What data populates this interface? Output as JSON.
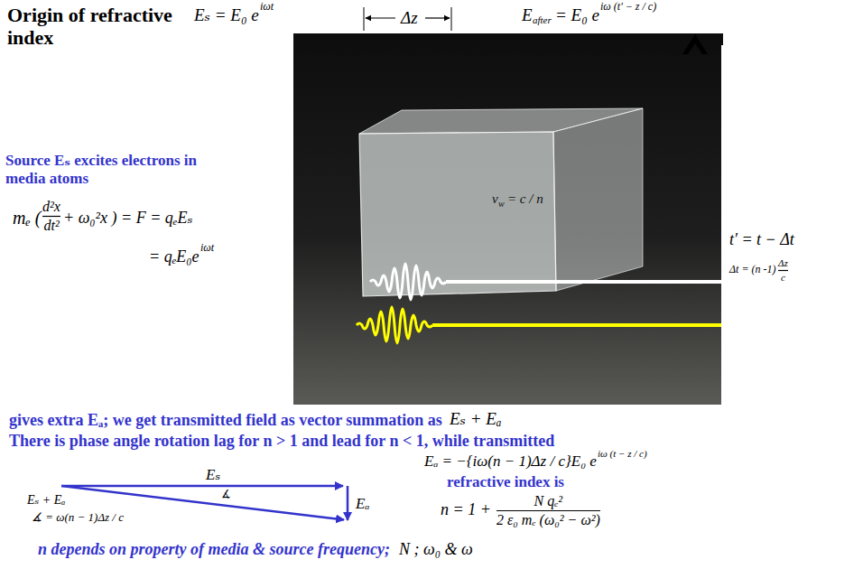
{
  "diagram": {
    "title": "Origin of refractive index",
    "labels": [
      "Eₛ = E₀ e",
      "iωt",
      "Δz",
      "E",
      "after",
      "= E₀ e",
      "iω (t′ − z / c)",
      "Source Eₛ excites electrons in media atoms",
      "mₑ (",
      "d²x",
      "dt²",
      "+ ω₀²x ) = F = qₑEₛ",
      "= qₑE₀e",
      "iωt",
      "v",
      "w",
      "= c / n",
      "t′ = t − Δt",
      "Δt = (n -1)",
      "Δz",
      "c",
      "gives extra Eₐ; we get transmitted field as vector summation as",
      "Eₛ + Eₐ",
      "There is phase angle rotation lag for n > 1 and lead for n < 1, while transmitted",
      "Eₐ = −{iω(n − 1)Δz / c}E₀ e",
      "iω (t − z / c)",
      "Eₛ",
      "Eₐ",
      "Eₛ + Eₐ",
      "∡",
      "∡ = ω(n − 1)Δz / c",
      "refractive index is",
      "n = 1 +",
      "N qₑ²",
      "2 ε₀ mₑ (ω₀² − ω²)",
      "n depends on property of media & source frequency;",
      "N ; ω₀ & ω"
    ]
  }
}
